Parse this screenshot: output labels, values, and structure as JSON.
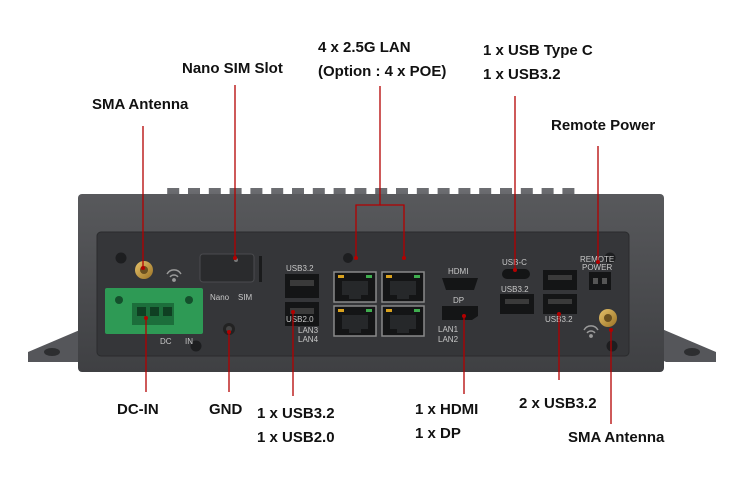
{
  "callouts": {
    "nano_sim_slot": "Nano SIM Slot",
    "sma_antenna_left": "SMA Antenna",
    "lan_line1": "4 x 2.5G LAN",
    "lan_line2": "(Option : 4 x POE)",
    "usb_type_c_line1": "1 x USB Type C",
    "usb_type_c_line2": "1 x USB3.2",
    "remote_power": "Remote Power",
    "dc_in": "DC-IN",
    "gnd": "GND",
    "usb_mix_line1": "1 x USB3.2",
    "usb_mix_line2": "1 x USB2.0",
    "video_line1": "1 x HDMI",
    "video_line2": "1 x DP",
    "usb32_pair": "2 x USB3.2",
    "sma_antenna_right": "SMA Antenna"
  },
  "panel_labels": {
    "nano": "Nano",
    "sim": "SIM",
    "dc": "DC",
    "in": "IN",
    "usb32_left": "USB3.2",
    "usb20": "USB2.0",
    "lan3": "LAN3",
    "lan4": "LAN4",
    "hdmi": "HDMI",
    "dp": "DP",
    "lan1": "LAN1",
    "lan2": "LAN2",
    "usb_c": "USB-C",
    "usb32_mid": "USB3.2",
    "remote": "REMOTE",
    "power": "POWER",
    "usb32_right": "USB3.2"
  },
  "colors": {
    "leader": "#b30000",
    "chassis": "#4b4c4f",
    "fins": "#5a5b5e",
    "panel": "#3a3b3e",
    "terminal_block": "#2e9a55",
    "antenna_gold": "#c49a3c"
  },
  "icons": [
    "wifi-icon",
    "antenna-connector-icon",
    "screw-icon"
  ]
}
